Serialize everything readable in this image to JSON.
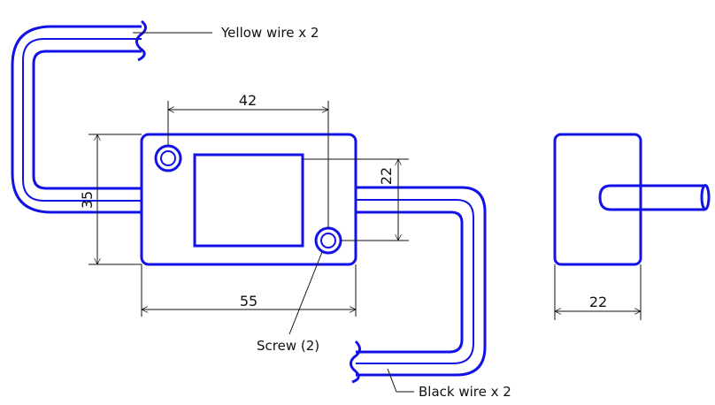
{
  "labels": {
    "yellow_wire": "Yellow wire x 2",
    "black_wire": "Black wire x 2",
    "screw": "Screw (2)"
  },
  "dimensions": {
    "screw_spacing": "42",
    "body_height": "35",
    "body_width": "55",
    "window_height": "22",
    "side_depth": "22"
  },
  "colors": {
    "outline": "#1212e6",
    "dimension_line": "#111111",
    "background": "#ffffff"
  }
}
